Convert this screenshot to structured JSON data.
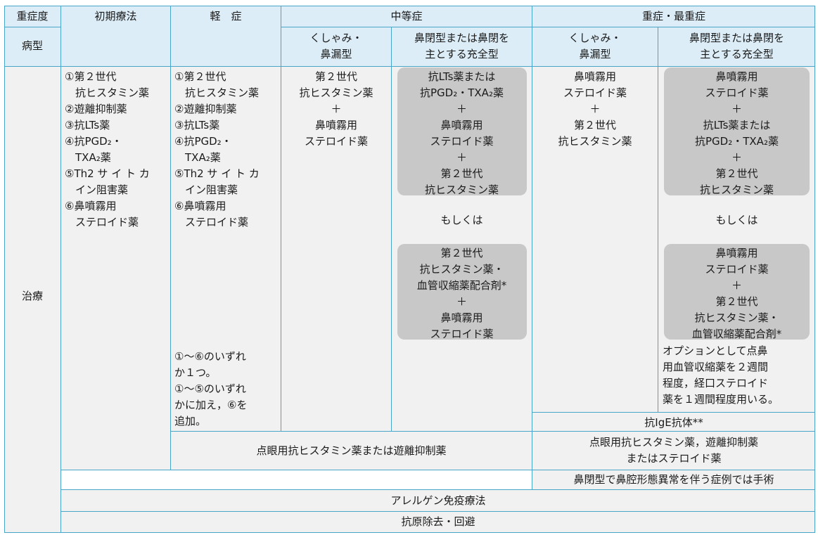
{
  "header": {
    "severity": "重症度",
    "initial": "初期療法",
    "mild": "軽　症",
    "moderate": "中等症",
    "severe": "重症・最重症"
  },
  "row_labels": {
    "type": "病型",
    "treatment": "治療"
  },
  "types": {
    "sneeze_runny": "くしゃみ・\n鼻漏型",
    "nasal_block": "鼻閉型または鼻閉を\n主とする充全型",
    "sneeze_runny_2": "くしゃみ・\n鼻漏型",
    "nasal_block_2": "鼻閉型または鼻閉を\n主とする充全型"
  },
  "initial_list": "①第２世代\n　抗ヒスタミン薬\n②遊離抑制薬\n③抗LTs薬\n④抗PGD₂・\n　TXA₂薬\n⑤Th2 サ イ ト カ\n　イン阻害薬\n⑥鼻噴霧用\n　ステロイド薬",
  "mild_list": "①第２世代\n　抗ヒスタミン薬\n②遊離抑制薬\n③抗LTs薬\n④抗PGD₂・\n　TXA₂薬\n⑤Th2 サ イ ト カ\n　イン阻害薬\n⑥鼻噴霧用\n　ステロイド薬",
  "mild_note": "①～⑥のいずれ\nか１つ。\n①～⑤のいずれ\nかに加え，⑥を\n追加。",
  "mod_sneeze": "第２世代\n抗ヒスタミン薬\n＋\n鼻噴霧用\nステロイド薬",
  "mod_block_box1": "抗LTs薬または\n抗PGD₂・TXA₂薬\n＋\n鼻噴霧用\nステロイド薬\n＋\n第２世代\n抗ヒスタミン薬",
  "mod_or": "もしくは",
  "mod_block_box2": "第２世代\n抗ヒスタミン薬・\n血管収縮薬配合剤*\n＋\n鼻噴霧用\nステロイド薬",
  "sev_sneeze": "鼻噴霧用\nステロイド薬\n＋\n第２世代\n抗ヒスタミン薬",
  "sev_block_box1": "鼻噴霧用\nステロイド薬\n＋\n抗LTs薬または\n抗PGD₂・TXA₂薬\n＋\n第２世代\n抗ヒスタミン薬",
  "sev_or": "もしくは",
  "sev_block_box2": "鼻噴霧用\nステロイド薬\n＋\n第２世代\n抗ヒスタミン薬・\n血管収縮薬配合剤*",
  "sev_option": "オプションとして点鼻\n用血管収縮薬を２週間\n程度，経口ステロイド\n薬を１週間程度用いる。",
  "anti_ige": "抗IgE抗体**",
  "eye_mild_mod": "点眼用抗ヒスタミン薬または遊離抑制薬",
  "eye_severe": "点眼用抗ヒスタミン薬，遊離抑制薬\nまたはステロイド薬",
  "surgery": "鼻閉型で鼻腔形態異常を伴う症例では手術",
  "immunotherapy": "アレルゲン免疫療法",
  "avoidance": "抗原除去・回避"
}
